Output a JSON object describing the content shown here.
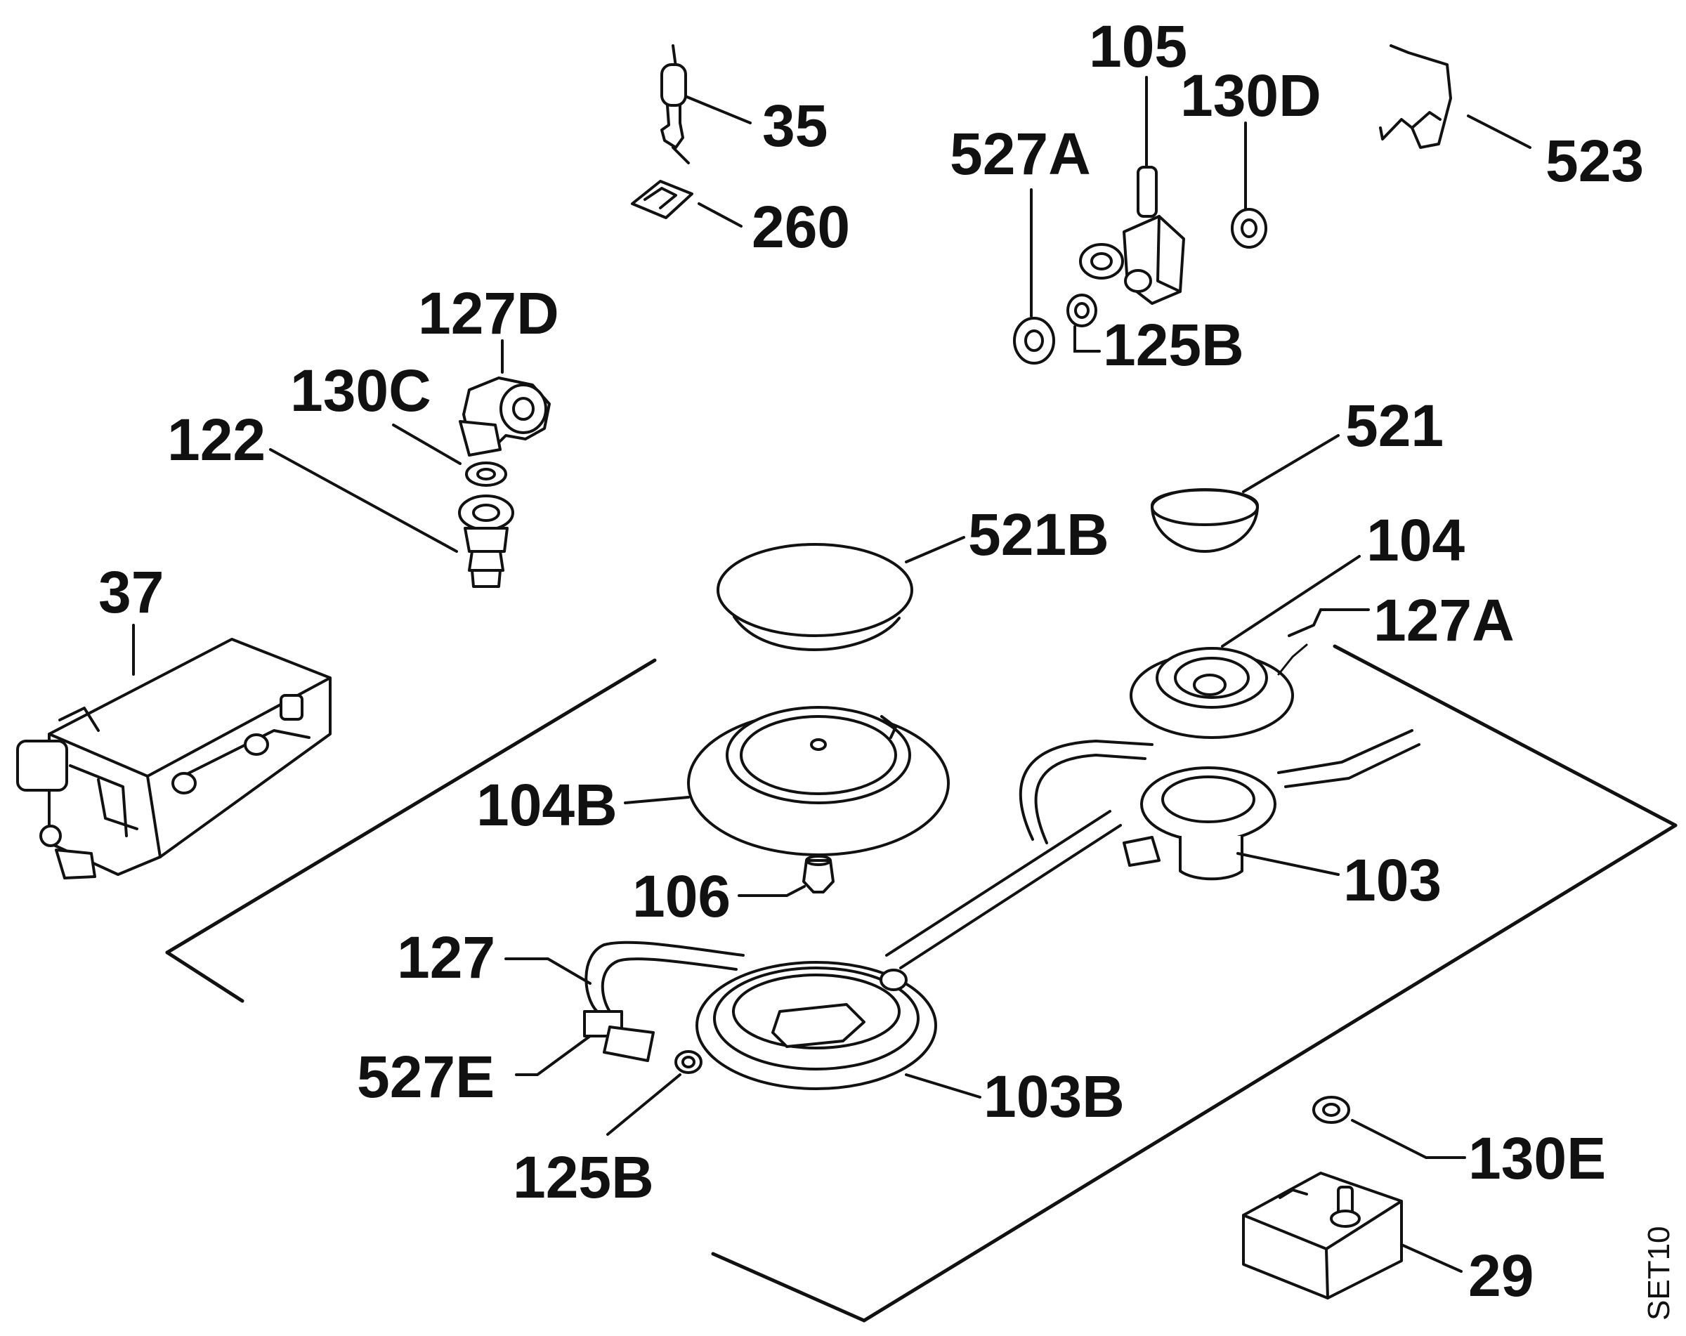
{
  "drawing_code": "SET10",
  "colors": {
    "ink": "#111111",
    "background": "#ffffff"
  },
  "labels": {
    "p35": "35",
    "p260": "260",
    "p105": "105",
    "p130D": "130D",
    "p527A": "527A",
    "p125B_top": "125B",
    "p523": "523",
    "p127D": "127D",
    "p130C": "130C",
    "p122": "122",
    "p521": "521",
    "p521B": "521B",
    "p104": "104",
    "p127A": "127A",
    "p37": "37",
    "p104B": "104B",
    "p103": "103",
    "p106": "106",
    "p127": "127",
    "p527E": "527E",
    "p103B": "103B",
    "p125B_bottom": "125B",
    "p130E": "130E",
    "p29": "29"
  }
}
